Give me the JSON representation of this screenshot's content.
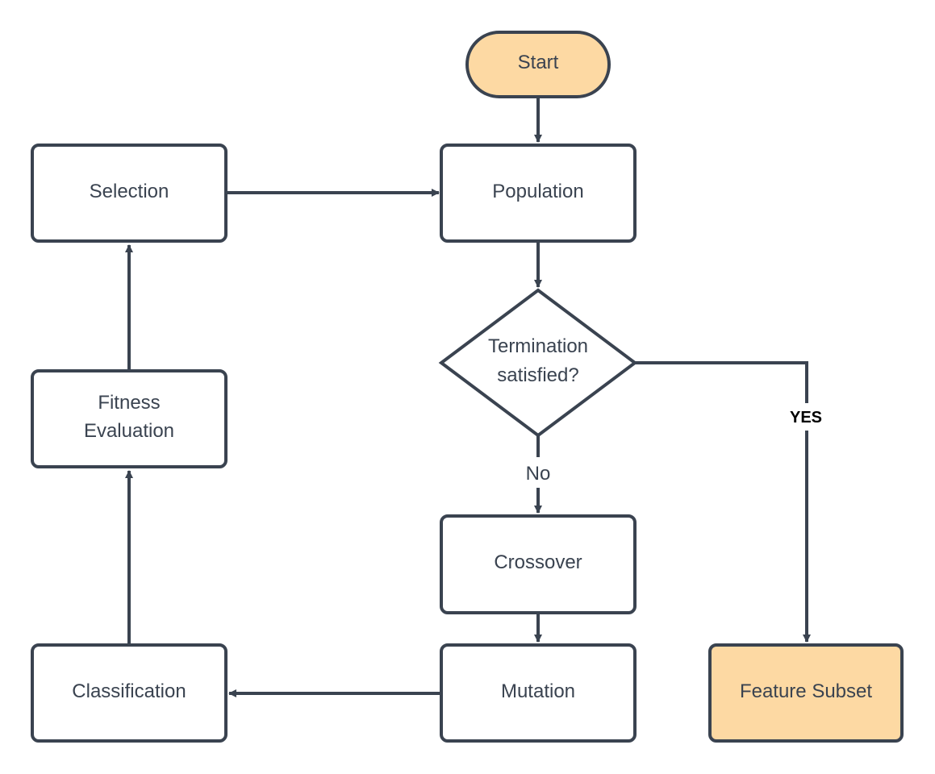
{
  "colors": {
    "stroke": "#3a4350",
    "text": "#3a4350",
    "box_fill": "#ffffff",
    "terminal_fill": "#fdd9a3",
    "yes_label": "#000000"
  },
  "nodes": {
    "start": "Start",
    "population": "Population",
    "decision": [
      "Termination",
      "satisfied?"
    ],
    "crossover": "Crossover",
    "mutation": "Mutation",
    "classification": "Classification",
    "fitness": [
      "Fitness",
      "Evaluation"
    ],
    "selection": "Selection",
    "feature_subset": "Feature Subset"
  },
  "edge_labels": {
    "no": "No",
    "yes": "YES"
  }
}
